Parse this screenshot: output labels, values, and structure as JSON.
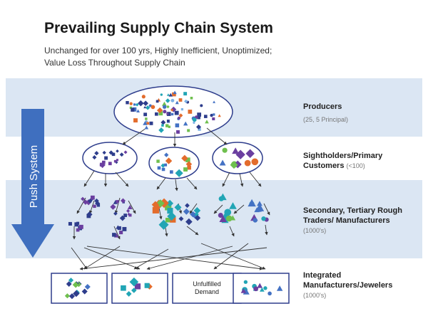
{
  "title": "Prevailing Supply Chain System",
  "subtitle_line1": "Unchanged for over 100 yrs, Highly Inefficient, Unoptimized;",
  "subtitle_line2": "Value Loss Throughout Supply Chain",
  "push_label": "Push System",
  "tiers": {
    "producers": {
      "label": "Producers",
      "note": "(25, 5 Principal)"
    },
    "sightholders": {
      "label_line1": "Sightholders/Primary",
      "label_line2": "Customers",
      "note": "(<100)"
    },
    "secondary": {
      "label_line1": "Secondary, Tertiary Rough",
      "label_line2": "Traders/ Manufacturers",
      "note": "(1000's)"
    },
    "integrated": {
      "label_line1": "Integrated",
      "label_line2": "Manufacturers/Jewelers",
      "note": "(1000's)"
    }
  },
  "unfulfilled": {
    "line1": "Unfulfilled",
    "line2": "Demand"
  },
  "colors": {
    "band": "#dbe6f3",
    "arrow": "#3f6fbf",
    "navy": "#2e3d8c",
    "blue": "#4472c4",
    "teal": "#21a5b5",
    "green": "#6fbf4e",
    "orange": "#e36c2c",
    "purple": "#6b3fa0",
    "light_blue": "#7fb2e5"
  }
}
